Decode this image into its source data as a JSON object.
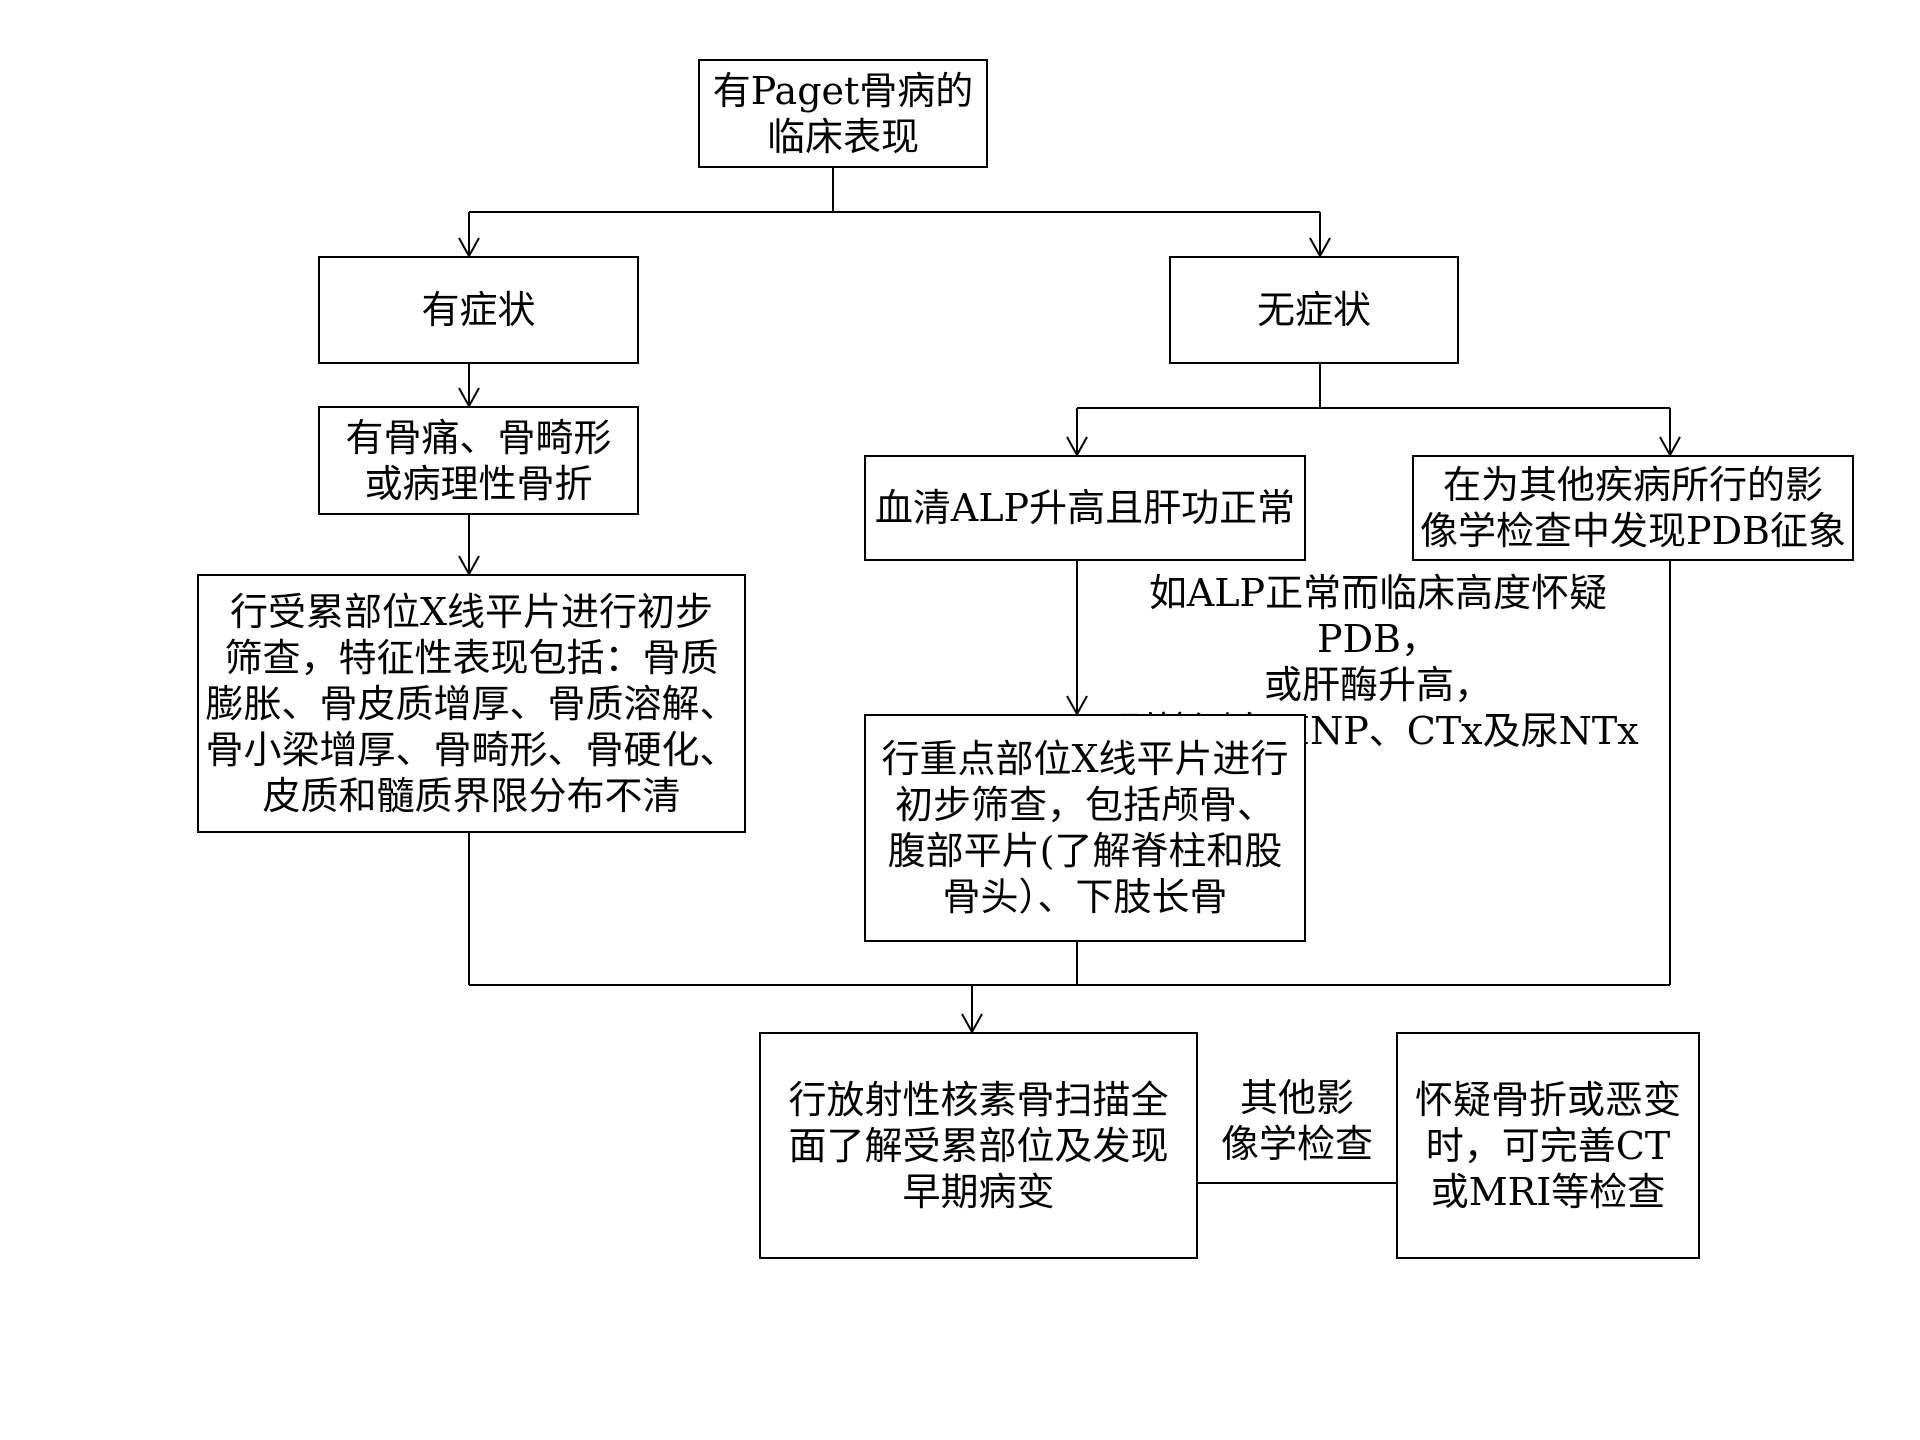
{
  "nodes": {
    "start": "有Paget骨病的\n临床表现",
    "symptomatic": "有症状",
    "asymptomatic": "无症状",
    "bone_pain": "有骨痛、骨畸形\n或病理性骨折",
    "xray_affected": "行受累部位X线平片进行初步\n筛查，特征性表现包括：骨质\n膨胀、骨皮质增厚、骨质溶解、\n骨小梁增厚、骨畸形、骨硬化、\n皮质和髓质界限分布不清",
    "alp_high": "血清ALP升高且肝功正常",
    "imaging_found": "在为其他疾病所行的影\n像学检查中发现PDB征象",
    "xray_key": "行重点部位X线平片进行\n初步筛查，包括颅骨、\n腹部平片(了解脊柱和股\n骨头）、下肢长骨",
    "bone_scan": "行放射性核素骨扫描全\n面了解受累部位及发现\n早期病变",
    "ct_mri": "怀疑骨折或恶变\n时，可完善CT\n或MRI等检查"
  },
  "labels": {
    "alp_note": "如ALP正常而临床高度怀疑PDB，\n或肝酶升高，\n则检测血PINP、CTx及尿NTx",
    "other_imaging": "其他影\n像学检查"
  }
}
